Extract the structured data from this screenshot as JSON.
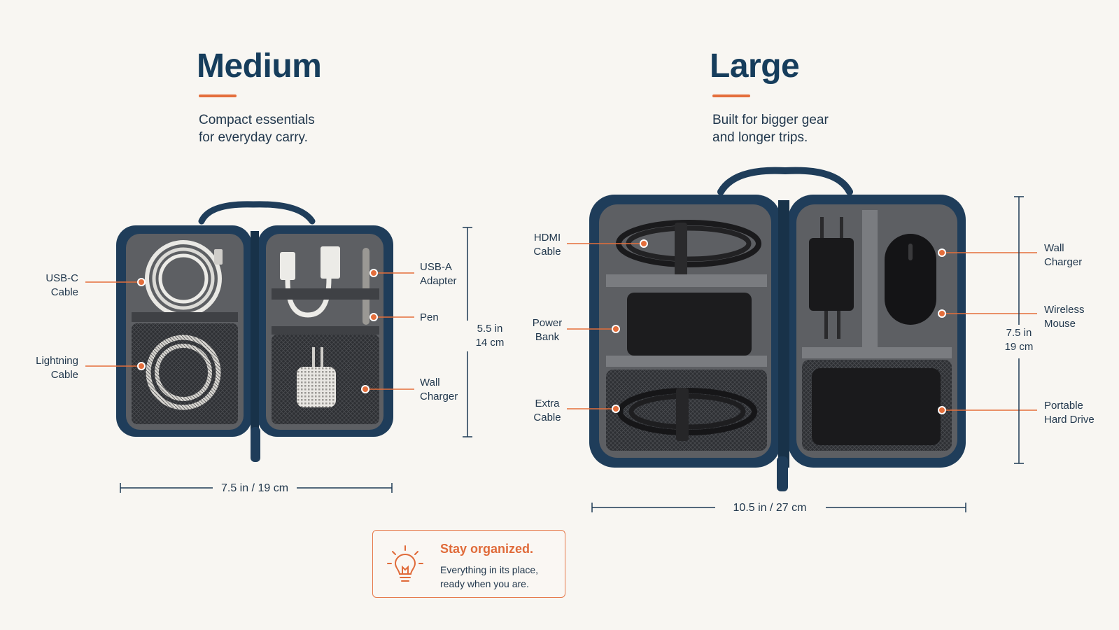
{
  "medium": {
    "title": "Medium",
    "subtitle_lines": [
      "Compact essentials",
      "for everyday carry."
    ],
    "callouts": {
      "usb_c": [
        "USB-C",
        "Cable"
      ],
      "lightning": [
        "Lightning",
        "Cable"
      ],
      "usb_a": [
        "USB-A",
        "Adapter"
      ],
      "pen": [
        "Pen"
      ],
      "wall_charger": [
        "Wall",
        "Charger"
      ]
    },
    "height_dim": [
      "5.5 in",
      "14 cm"
    ],
    "width_dim": "7.5 in / 19 cm"
  },
  "large": {
    "title": "Large",
    "subtitle_lines": [
      "Built for bigger gear",
      "and longer trips."
    ],
    "callouts": {
      "hdmi": [
        "HDMI",
        "Cable"
      ],
      "power_bank": [
        "Power",
        "Bank"
      ],
      "extra_cable": [
        "Extra",
        "Cable"
      ],
      "wall_charger": [
        "Wall",
        "Charger"
      ],
      "wireless_mouse": [
        "Wireless",
        "Mouse"
      ],
      "hard_drive": [
        "Portable",
        "Hard Drive"
      ]
    },
    "height_dim": [
      "7.5 in",
      "19 cm"
    ],
    "width_dim": "10.5 in / 27 cm"
  },
  "tip": {
    "title": "Stay organized.",
    "body_lines": [
      "Everything in its place,",
      "ready when you are."
    ],
    "icon": "lightbulb-icon"
  },
  "colors": {
    "background": "#f8f6f2",
    "navy": "#163d5c",
    "accent": "#e46e3b",
    "case_shell": "#1f3d5a",
    "case_interior": "#5d5f63"
  }
}
